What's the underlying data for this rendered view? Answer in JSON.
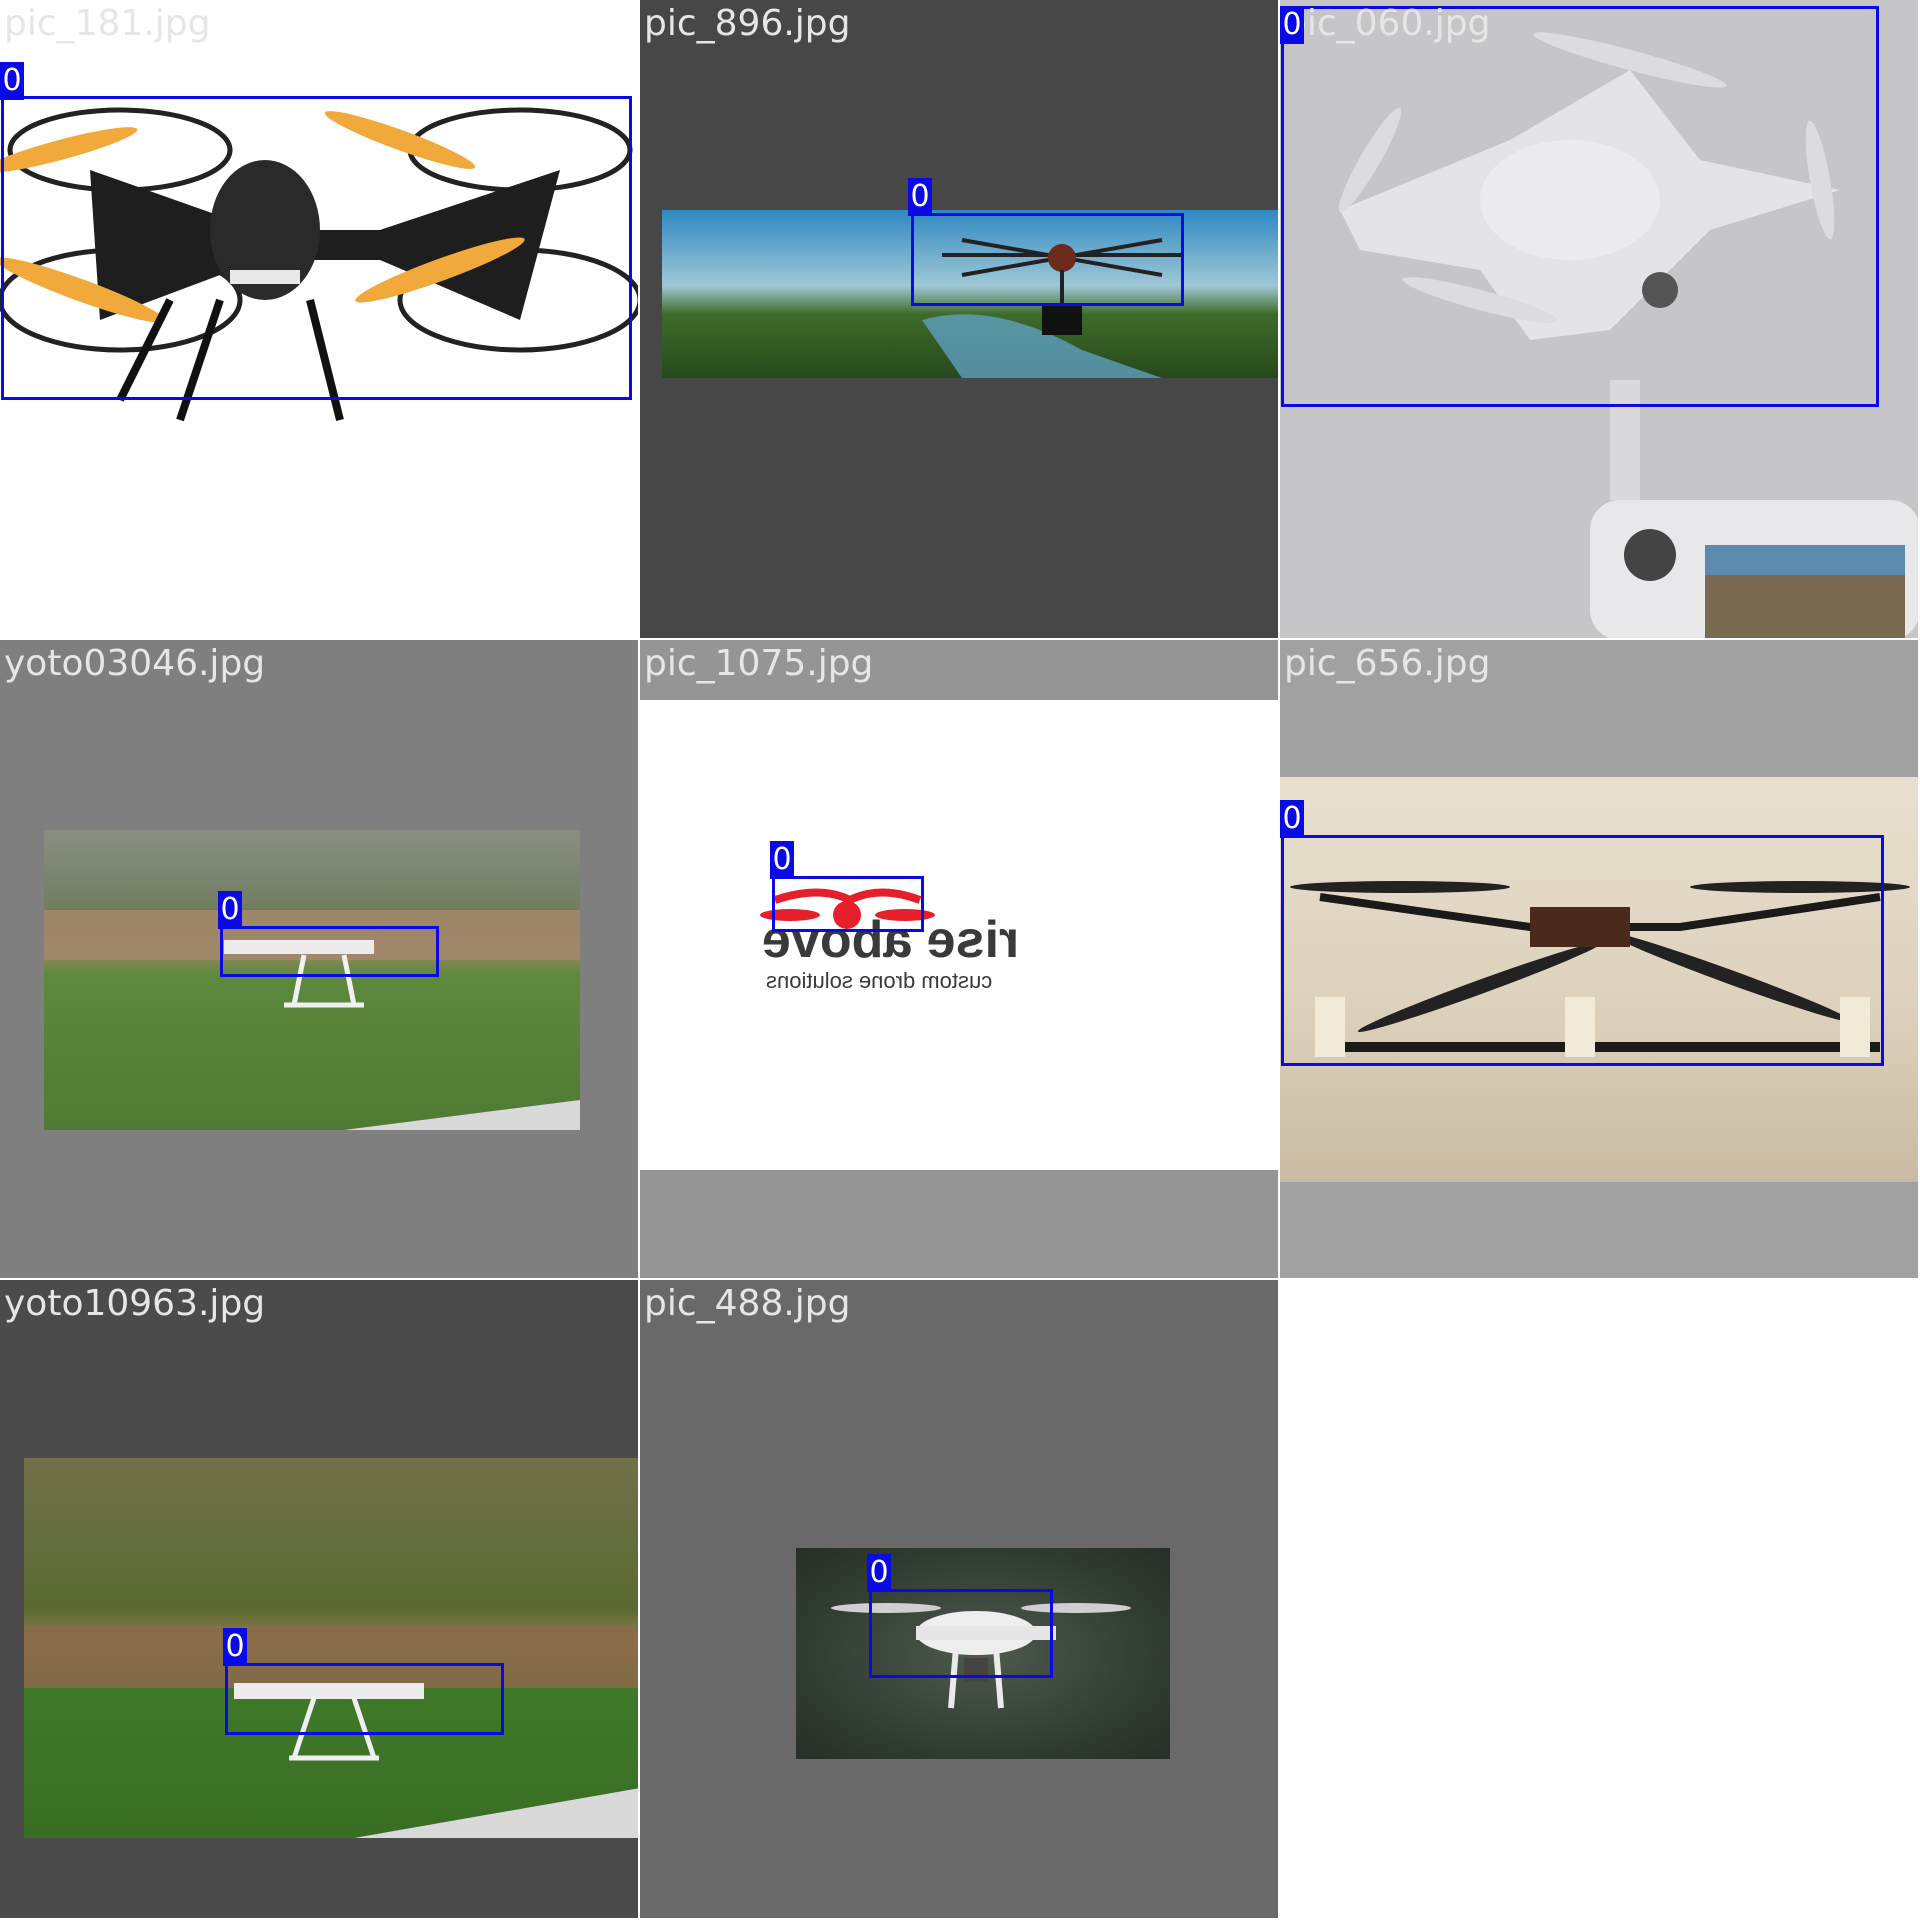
{
  "tiles": [
    {
      "filename": "pic_181.jpg",
      "label": "0"
    },
    {
      "filename": "pic_896.jpg",
      "label": "0"
    },
    {
      "filename": "pic_060.jpg",
      "label": "0"
    },
    {
      "filename": "yoto03046.jpg",
      "label": "0"
    },
    {
      "filename": "pic_1075.jpg",
      "label": "0",
      "logo_text": "rise above",
      "logo_subtext": "custom drone solutions"
    },
    {
      "filename": "pic_656.jpg",
      "label": "0"
    },
    {
      "filename": "yoto10963.jpg",
      "label": "0"
    },
    {
      "filename": "pic_488.jpg",
      "label": "0"
    }
  ],
  "colors": {
    "box": "#0a0ae6",
    "label_text": "#ffffff",
    "filename_text": "#e6e6e6"
  }
}
